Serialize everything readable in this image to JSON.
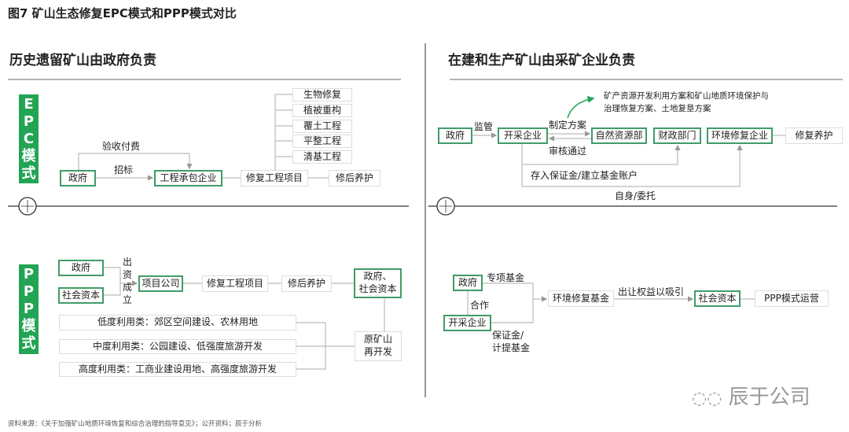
{
  "title": "图7 矿山生态修复EPC模式和PPP模式对比",
  "left_header": "历史遗留矿山由政府负责",
  "right_header": "在建和生产矿山由采矿企业负责",
  "epc_tag": [
    "E",
    "P",
    "C",
    "模",
    "式"
  ],
  "ppp_tag": [
    "P",
    "P",
    "P",
    "模",
    "式"
  ],
  "left_epc": {
    "gov": "政府",
    "contractor": "工程承包企业",
    "project": "修复工程项目",
    "maintain": "修后养护",
    "bid": "招标",
    "accept": "验收付费",
    "items": [
      "生物修复",
      "植被重构",
      "覆土工程",
      "平整工程",
      "清基工程"
    ]
  },
  "right_epc": {
    "gov": "政府",
    "supervise": "监管",
    "miner": "开采企业",
    "plan": "制定方案",
    "approve": "审核通过",
    "natres": "自然资源部",
    "finance": "财政部门",
    "envco": "环境修复企业",
    "maintain": "修复养护",
    "note1": "矿产资源开发利用方案和矿山地质环境保护与",
    "note2": "治理恢复方案、土地复垦方案",
    "deposit": "存入保证金/建立基金账户",
    "self": "自身/委托"
  },
  "left_ppp": {
    "gov": "政府",
    "capital": "社会资本",
    "fund": [
      "出",
      "资",
      "成",
      "立"
    ],
    "spv": "项目公司",
    "project": "修复工程项目",
    "maintain": "修后养护",
    "owners1": "政府、",
    "owners2": "社会资本",
    "redev1": "原矿山",
    "redev2": "再开发",
    "uses": [
      "低度利用类：郊区空间建设、农林用地",
      "中度利用类：公园建设、低强度旅游开发",
      "高度利用类：工商业建设用地、高强度旅游开发"
    ]
  },
  "right_ppp": {
    "gov": "政府",
    "special": "专项基金",
    "coop": "合作",
    "miner": "开采企业",
    "deposit1": "保证金/",
    "deposit2": "计提基金",
    "fund": "环境修复基金",
    "transfer": "出让权益以吸引",
    "capital": "社会资本",
    "op": "PPP模式运营"
  },
  "source": "资料来源：《关于加强矿山地质环境恢复和综合治理的指导意见》；公开资料；辰于分析",
  "watermark": "辰于公司",
  "colors": {
    "green": "#23a455",
    "box_green": "#3f9c68"
  }
}
